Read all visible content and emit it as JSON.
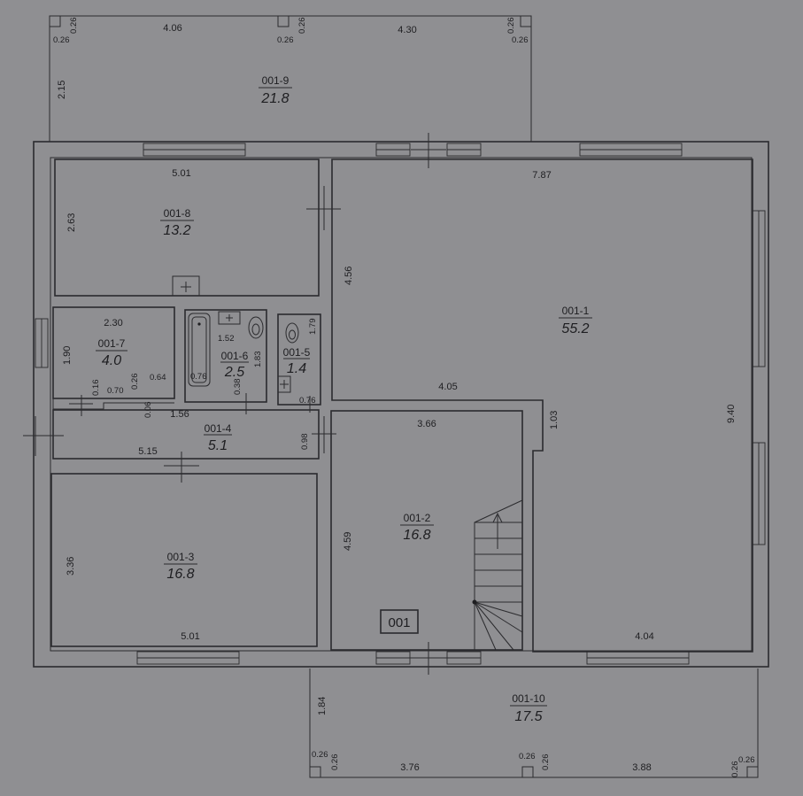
{
  "building_label": "001",
  "rooms": [
    {
      "id": "001-1",
      "area": "55.2"
    },
    {
      "id": "001-2",
      "area": "16.8"
    },
    {
      "id": "001-3",
      "area": "16.8"
    },
    {
      "id": "001-4",
      "area": "5.1"
    },
    {
      "id": "001-5",
      "area": "1.4"
    },
    {
      "id": "001-6",
      "area": "2.5"
    },
    {
      "id": "001-7",
      "area": "4.0"
    },
    {
      "id": "001-8",
      "area": "13.2"
    },
    {
      "id": "001-9",
      "area": "21.8"
    },
    {
      "id": "001-10",
      "area": "17.5"
    }
  ],
  "dimensions": {
    "t1": "0.26",
    "t2": "0.26",
    "t3": "4.06",
    "t4": "0.26",
    "t5": "0.26",
    "t6": "4.30",
    "t7": "0.26",
    "t8": "0.26",
    "t9": "2.15",
    "r8w": "5.01",
    "r8h": "2.63",
    "r1w": "7.87",
    "r1h1": "4.56",
    "r1h2": "9.40",
    "r1b": "4.04",
    "r7w": "2.30",
    "r7h": "1.90",
    "r7a": "0.64",
    "r7b": "0.16",
    "r7c": "0.70",
    "r7d": "0.26",
    "r6a": "1.52",
    "r6b": "1.83",
    "r6c": "0.76",
    "r6d": "0.38",
    "r5a": "1.79",
    "r5b": "0.76",
    "r4a": "0.06",
    "r4w": "1.56",
    "r4b": "5.15",
    "r4h": "0.98",
    "r2a": "4.05",
    "r2b": "1.03",
    "r2w": "3.66",
    "r2h": "4.59",
    "r3h": "3.36",
    "r3w": "5.01",
    "b1": "1.84",
    "b2": "0.26",
    "b3": "0.26",
    "b4": "3.76",
    "b5": "0.26",
    "b6": "0.26",
    "b7": "3.88",
    "b8": "0.26",
    "b9": "0.26"
  }
}
